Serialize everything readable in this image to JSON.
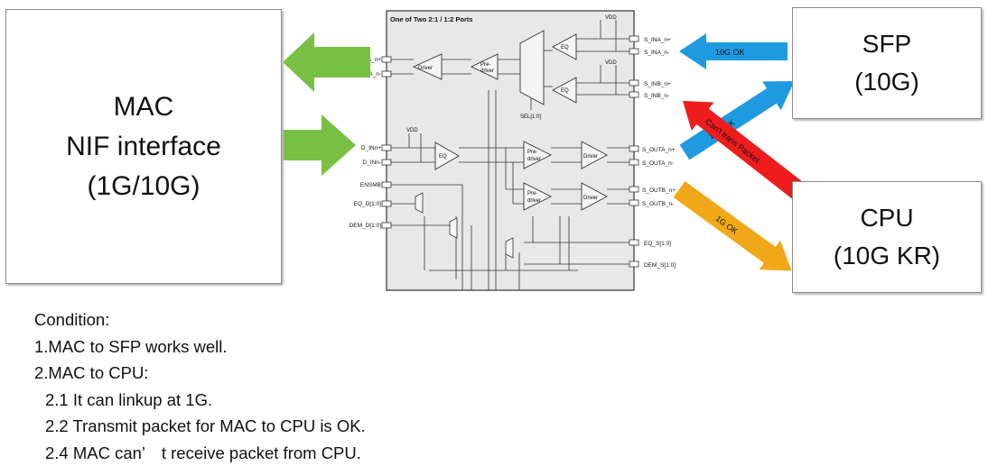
{
  "mac": {
    "lines": [
      "MAC",
      "NIF interface",
      "(1G/10G)"
    ]
  },
  "sfp": {
    "lines": [
      "SFP",
      "(10G)"
    ]
  },
  "cpu": {
    "lines": [
      "CPU",
      "(10G KR)"
    ]
  },
  "chip": {
    "title": "One of Two 2:1 / 1:2 Ports",
    "vdd_label": "VDD",
    "sel_label": "SEL[1:0]",
    "block_labels": {
      "driver": "Driver",
      "pre": "Pre-",
      "driver_lc": "driver",
      "eq": "EQ"
    },
    "left_pins": [
      "OUTA_n+",
      "OUTA_n-",
      "D_INn+",
      "D_INn-",
      "ENSMB",
      "EQ_D[1:0]",
      "DEM_D[1:0]"
    ],
    "right_pins": [
      "S_INA_n+",
      "S_INA_n-",
      "S_INB_n+",
      "S_INB_n-",
      "S_OUTA_n+",
      "S_OUTA_n-",
      "S_OUTB_n+",
      "S_OUTB_n-",
      "EQ_S[1:0]",
      "DEM_S[1:0]"
    ]
  },
  "arrows": {
    "sfp_to_chip": "10G OK",
    "chip_to_sfp": "10G OK",
    "cpu_to_chip": "Can't trans Packet",
    "chip_to_cpu": "1G OK"
  },
  "colors": {
    "green": "#77c043",
    "blue": "#1e9be0",
    "red": "#ee1c1c",
    "orange": "#f0a818",
    "chip_bg": "#e8e8e8"
  },
  "conditions": [
    "Condition:",
    "1.MAC to SFP works well.",
    "2.MAC to CPU:",
    "2.1 It can linkup at 1G.",
    "2.2 Transmit packet for MAC to CPU is OK.",
    "2.4 MAC can’　t receive packet from CPU."
  ]
}
